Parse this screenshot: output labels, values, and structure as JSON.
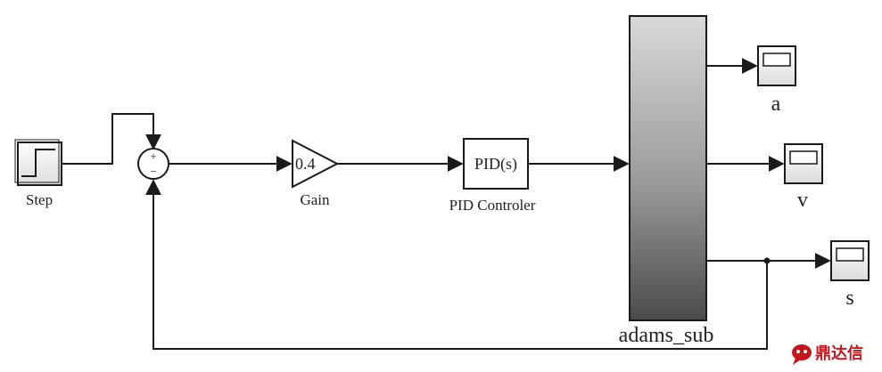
{
  "blocks": {
    "step": {
      "label": "Step"
    },
    "sum": {
      "plus": "+",
      "minus": "−"
    },
    "gain": {
      "label": "Gain",
      "value": "0.4"
    },
    "pid": {
      "label": "PID Controler",
      "text": "PID(s)"
    },
    "subsystem": {
      "label": "adams_sub"
    },
    "scopes": [
      {
        "label": "a"
      },
      {
        "label": "v"
      },
      {
        "label": "s"
      }
    ]
  },
  "watermark": {
    "text": "鼎达信",
    "logo": "speech-bubble-logo"
  },
  "colors": {
    "line": "#1a1a1a",
    "watermark": "#c4161c",
    "subsystem_dark": "#4a4a4a",
    "subsystem_light": "#d6d6d6"
  }
}
